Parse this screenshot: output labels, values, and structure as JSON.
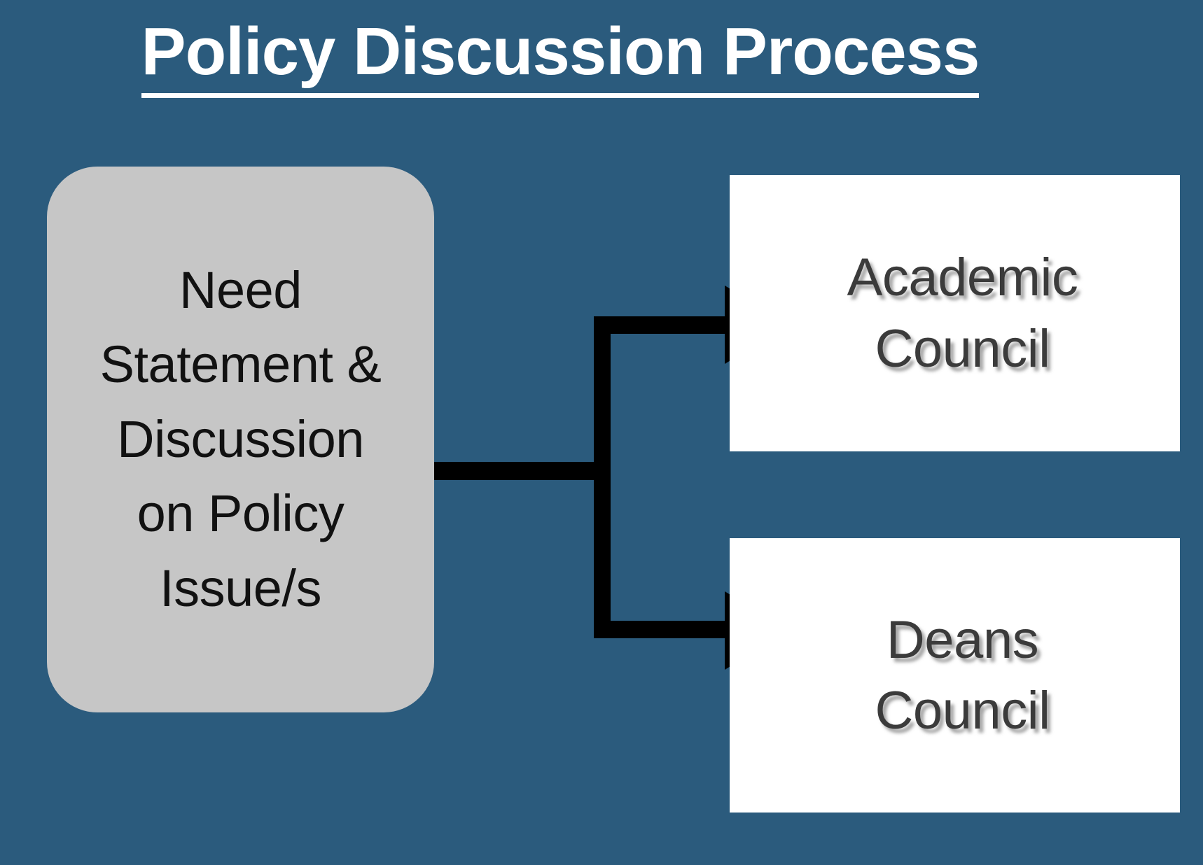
{
  "slide": {
    "title": "Policy Discussion Process",
    "background_color": "#2b5b7d",
    "title_color": "#ffffff"
  },
  "diagram": {
    "type": "flowchart",
    "orientation": "left-to-right",
    "source_node": {
      "id": "need-statement",
      "label_lines": [
        "Need",
        "Statement &",
        "Discussion",
        "on Policy",
        "Issue/s"
      ],
      "label": "Need Statement & Discussion on Policy Issue/s",
      "shape": "rounded-rectangle",
      "fill_color": "#c6c6c6",
      "text_color": "#111111"
    },
    "target_nodes": [
      {
        "id": "academic-council",
        "label_lines": [
          "Academic",
          "Council"
        ],
        "label": "Academic Council",
        "shape": "rectangle",
        "fill_color": "#ffffff",
        "text_color": "#3b3b3b"
      },
      {
        "id": "deans-council",
        "label_lines": [
          "Deans",
          "Council"
        ],
        "label": "Deans Council",
        "shape": "rectangle",
        "fill_color": "#ffffff",
        "text_color": "#3b3b3b"
      }
    ],
    "connectors": [
      {
        "id": "need-to-academic",
        "from": "need-statement",
        "to": "academic-council",
        "style": "elbow-arrow",
        "color": "#000000"
      },
      {
        "id": "need-to-deans",
        "from": "need-statement",
        "to": "deans-council",
        "style": "elbow-arrow",
        "color": "#000000"
      }
    ]
  }
}
